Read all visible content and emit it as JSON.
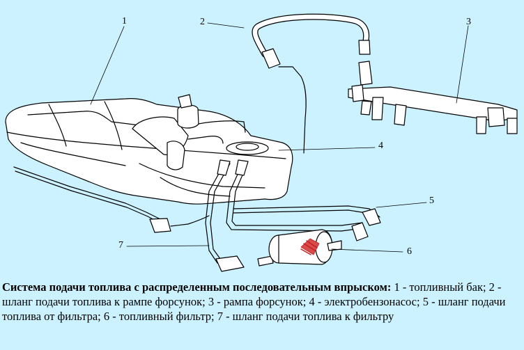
{
  "callouts": {
    "c1": "1",
    "c2": "2",
    "c3": "3",
    "c4": "4",
    "c5": "5",
    "c6": "6",
    "c7": "7"
  },
  "caption": {
    "title": "Система подачи топлива с распределенным последовательным впрыском:",
    "text": " 1 - топливный бак; 2 - шланг подачи топлива к рампе форсунок; 3 - рампа форсунок; 4 - электробензонасос; 5 - шланг подачи топлива от фильтра; 6 - топливный фильтр; 7 - шланг подачи топлива к фильтру"
  }
}
